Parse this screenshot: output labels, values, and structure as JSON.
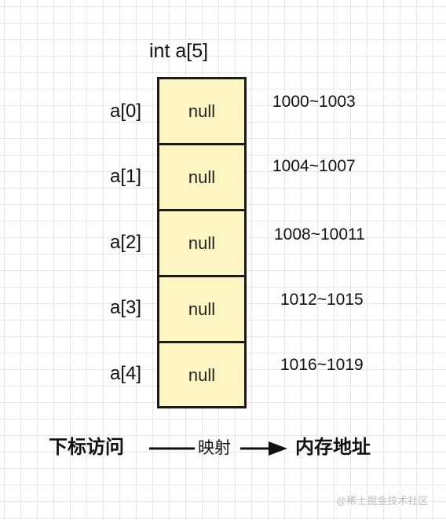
{
  "title": "int a[5]",
  "cells": [
    {
      "index": "a[0]",
      "value": "null",
      "address": "1000~1003"
    },
    {
      "index": "a[1]",
      "value": "null",
      "address": "1004~1007"
    },
    {
      "index": "a[2]",
      "value": "null",
      "address": "1008~10011"
    },
    {
      "index": "a[3]",
      "value": "null",
      "address": "1012~1015"
    },
    {
      "index": "a[4]",
      "value": "null",
      "address": "1016~1019"
    }
  ],
  "footer": {
    "left": "下标访问",
    "middle": "映射",
    "right": "内存地址"
  },
  "watermark": "@稀土掘金技术社区",
  "colors": {
    "cell_fill": "#fdf6c3",
    "border": "#1a1a1a",
    "grid": "#e6e6e6"
  }
}
